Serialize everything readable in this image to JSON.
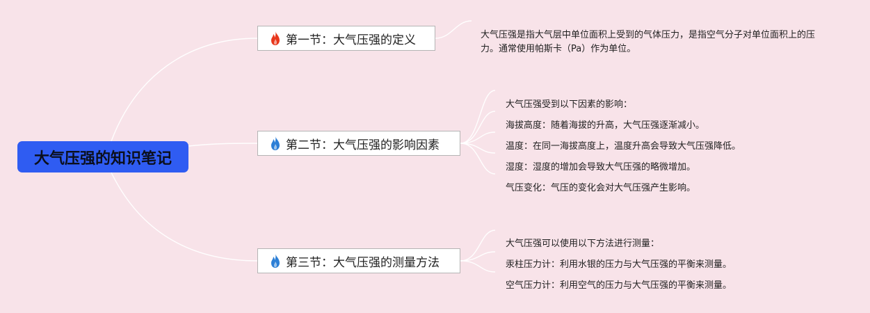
{
  "root": {
    "label": "大气压强的知识笔记"
  },
  "sections": [
    {
      "label": "第一节：大气压强的定义",
      "icon": "fire-icon",
      "icon_color": "#e8371c",
      "notes": [
        "大气压强是指大气层中单位面积上受到的气体压力，是指空气分子对单位面积上的压力。通常使用帕斯卡（Pa）作为单位。"
      ]
    },
    {
      "label": "第二节：大气压强的影响因素",
      "icon": "fire-icon",
      "icon_color": "#2c7fd6",
      "notes": [
        "大气压强受到以下因素的影响：",
        "海拔高度：随着海拔的升高，大气压强逐渐减小。",
        "温度：在同一海拔高度上，温度升高会导致大气压强降低。",
        "湿度：湿度的增加会导致大气压强的略微增加。",
        "气压变化：气压的变化会对大气压强产生影响。"
      ]
    },
    {
      "label": "第三节：大气压强的测量方法",
      "icon": "fire-icon",
      "icon_color": "#2c7fd6",
      "notes": [
        "大气压强可以使用以下方法进行测量：",
        "汞柱压力计：利用水银的压力与大气压强的平衡来测量。",
        "空气压力计：利用空气的压力与大气压强的平衡来测量。"
      ]
    }
  ],
  "colors": {
    "background": "#f8e3e9",
    "root": "#2f5cf2",
    "connector": "#ffffff"
  }
}
